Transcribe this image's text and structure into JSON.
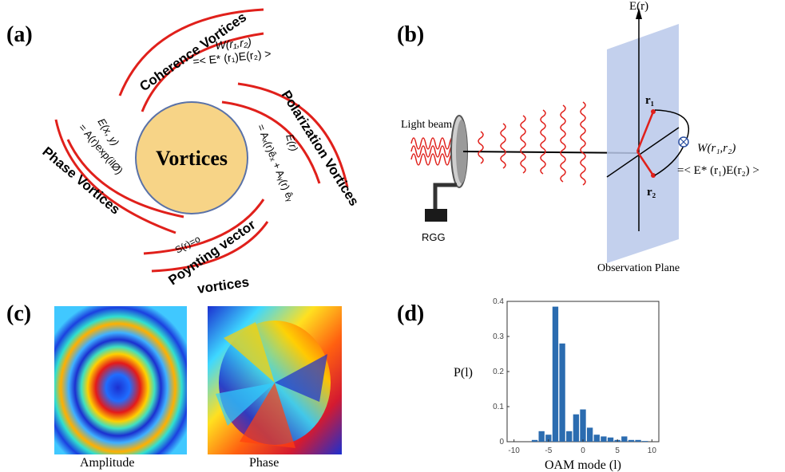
{
  "panels": {
    "a": {
      "label": "(a)",
      "center_text": "Vortices",
      "coherence": {
        "title": "Coherence Vortices",
        "eq1": "W(r₁,r₂)",
        "eq2": "=< E* (r₁)E(r₂) >"
      },
      "polarization": {
        "title": "Polarization Vortices",
        "eq1": "E(r)",
        "eq2": "= Aₓ(r)êₓ + Aᵧ(r) êᵧ"
      },
      "phase": {
        "title": "Phase Vortices",
        "eq1": "E(x, y)",
        "eq2": "= A(r)exp(ilØ)"
      },
      "poynting": {
        "title1": "Poynting vector",
        "title2": "vortices",
        "eq": "S(r)=o"
      }
    },
    "b": {
      "label": "(b)",
      "light_beam": "Light beam",
      "rgg": "RGG",
      "axis_label": "E(r)",
      "r1": "r₁",
      "r2": "r₂",
      "plane_label": "Observation Plane",
      "eq1": "W(r₁,r₂)",
      "eq2": "=< E* (r₁)E(r₂) >"
    },
    "c": {
      "label": "(c)",
      "amplitude_caption": "Amplitude",
      "phase_caption": "Phase"
    },
    "d": {
      "label": "(d)"
    }
  },
  "chart_data": {
    "type": "bar",
    "x": [
      -7,
      -6,
      -5,
      -4,
      -3,
      -2,
      -1,
      0,
      1,
      2,
      3,
      4,
      5,
      6,
      7,
      8,
      9
    ],
    "values": [
      0.005,
      0.03,
      0.02,
      0.385,
      0.28,
      0.03,
      0.078,
      0.092,
      0.04,
      0.02,
      0.015,
      0.012,
      0.005,
      0.015,
      0.005,
      0.005,
      0.002
    ],
    "xlabel": "OAM mode (l)",
    "ylabel": "P(l)",
    "xticks": [
      -10,
      -5,
      0,
      5,
      10
    ],
    "yticks": [
      0,
      0.1,
      0.2,
      0.3,
      0.4
    ],
    "xlim": [
      -11,
      11
    ],
    "ylim": [
      0,
      0.4
    ],
    "bar_color": "#2b6cb0",
    "grid": false
  }
}
